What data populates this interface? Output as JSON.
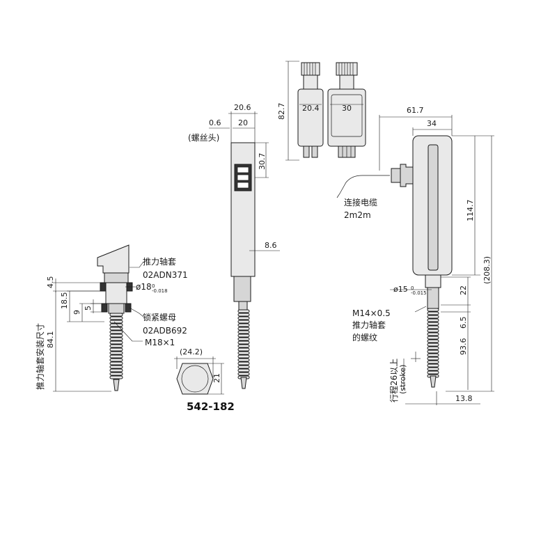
{
  "model_number": "542-182",
  "connector_view": {
    "height": "82.7",
    "side_width": "20.4",
    "front_width": "30"
  },
  "side_view": {
    "width_total": "20.6",
    "offset": "0.6",
    "width_body": "20",
    "screw_head_note": "(螺丝头)",
    "connector_pos": "30.7",
    "step": "8.6"
  },
  "front_view": {
    "width_total": "61.7",
    "width_body": "34",
    "height_body": "114.7",
    "height_total": "(208.3)",
    "stem_dia": "ø15",
    "stem_tol": "0\n-0.015",
    "stem_len": "22",
    "thread_gap": "6.5",
    "thread_len": "93.6",
    "tip_offset": "13.8",
    "thread_spec": "M14×0.5",
    "thread_note_1": "推力轴套",
    "thread_note_2": "的螺纹",
    "cable_label": "连接电缆",
    "cable_length": "2m2m",
    "stroke_note": "行程26以上",
    "stroke_en": "(stroke)"
  },
  "mount_view": {
    "bushing_label": "推力轴套",
    "bushing_part": "02ADN371",
    "bore_dia": "ø18",
    "bore_tol": "0\n-0.018",
    "nut_label": "锁紧螺母",
    "nut_part": "02ADB692",
    "nut_thread": "M18×1",
    "dim_45": "4.5",
    "dim_185": "18.5",
    "dim_9": "9",
    "dim_5": "5",
    "dim_841": "84.1",
    "mount_size_label": "推力轴套安装尺寸"
  },
  "nut_view": {
    "across_corners": "(24.2)",
    "across_flats": "21"
  }
}
